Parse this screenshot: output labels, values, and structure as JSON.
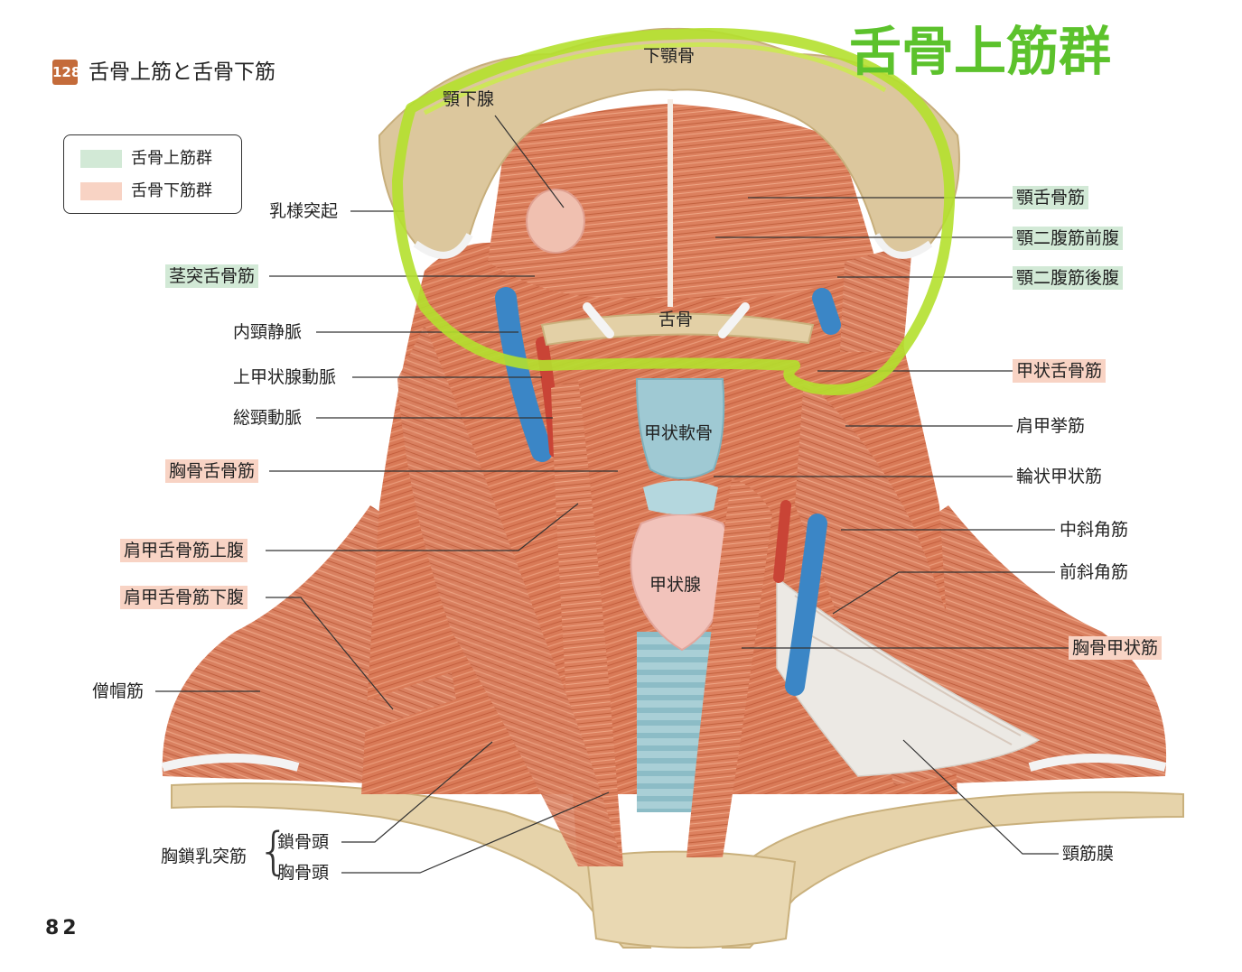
{
  "header": {
    "page_tag": "128",
    "page_title": "舌骨上筋と舌骨下筋",
    "annotation_title": "舌骨上筋群",
    "page_number": "82"
  },
  "legend": [
    {
      "label": "舌骨上筋群",
      "color": "#d2e9d6"
    },
    {
      "label": "舌骨下筋群",
      "color": "#f8d3c4"
    }
  ],
  "annotation_color": "#b4e02e",
  "labels": {
    "mandible": "下顎骨",
    "submandibular_gland": "顎下腺",
    "mastoid_process": "乳様突起",
    "stylohyoid": "茎突舌骨筋",
    "internal_jugular_vein": "内頸静脈",
    "superior_thyroid_artery": "上甲状腺動脈",
    "common_carotid_artery": "総頸動脈",
    "sternohyoid": "胸骨舌骨筋",
    "omohyoid_superior": "肩甲舌骨筋上腹",
    "omohyoid_inferior": "肩甲舌骨筋下腹",
    "trapezius": "僧帽筋",
    "scm": "胸鎖乳突筋",
    "clavicular_head": "鎖骨頭",
    "sternal_head": "胸骨頭",
    "hyoid": "舌骨",
    "thyroid_cartilage": "甲状軟骨",
    "thyroid_gland": "甲状腺",
    "geniohyoid": "顎舌骨筋",
    "digastric_anterior": "顎二腹筋前腹",
    "digastric_posterior": "顎二腹筋後腹",
    "thyrohyoid": "甲状舌骨筋",
    "levator_scapulae": "肩甲挙筋",
    "cricothyroid": "輪状甲状筋",
    "middle_scalene": "中斜角筋",
    "anterior_scalene": "前斜角筋",
    "sternothyroid": "胸骨甲状筋",
    "cervical_fascia": "頸筋膜"
  }
}
